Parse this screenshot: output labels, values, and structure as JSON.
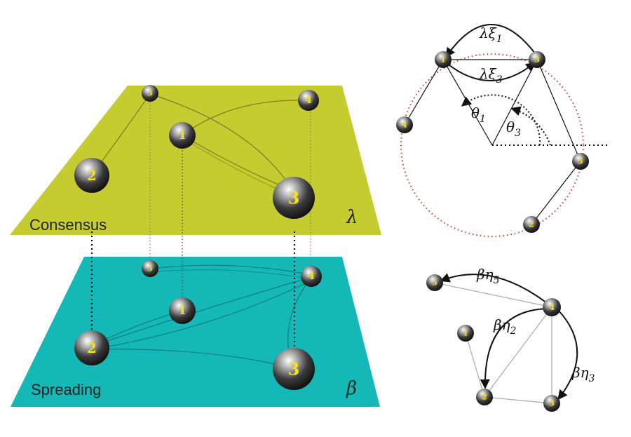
{
  "layers": {
    "consensus": {
      "label": "Consensus",
      "param": "λ",
      "color": "#c5cc2f"
    },
    "spreading": {
      "label": "Spreading",
      "param": "β",
      "color": "#14b9b7"
    }
  },
  "nodes": [
    "1",
    "2",
    "3",
    "4",
    "5"
  ],
  "circle_diagram": {
    "arc_labels": [
      {
        "base": "λξ",
        "sub": "1"
      },
      {
        "base": "λξ",
        "sub": "3"
      }
    ],
    "angle_labels": [
      {
        "base": "θ",
        "sub": "1"
      },
      {
        "base": "θ",
        "sub": "3"
      }
    ],
    "circle_color": "#c8372d"
  },
  "spreading_diagram": {
    "arc_labels": [
      {
        "base": "βη",
        "sub": "5"
      },
      {
        "base": "βη",
        "sub": "2"
      },
      {
        "base": "βη",
        "sub": "3"
      }
    ]
  },
  "colors": {
    "node_number": "#f4e01c",
    "node_body": "#2a2a2a"
  }
}
